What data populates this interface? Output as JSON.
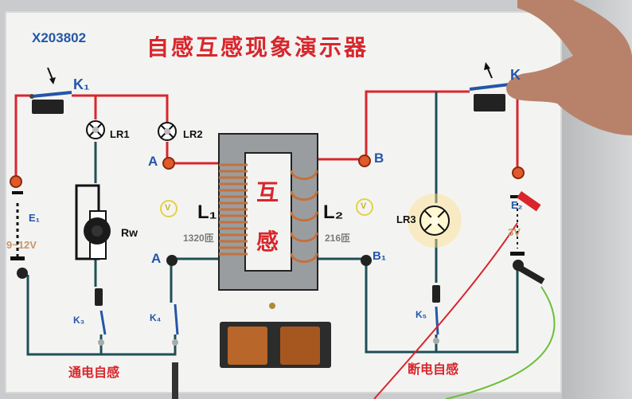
{
  "board": {
    "model": "X203802",
    "title": "自感互感现象演示器",
    "left_circuit_caption": "通电自感",
    "right_circuit_caption": "断电自感"
  },
  "labels": {
    "k1": "K₁",
    "k_right": "K",
    "lr1": "LR1",
    "lr2": "LR2",
    "lr3": "LR3",
    "rw": "Rw",
    "e1": "E₁",
    "e1_voltage": "9~12V",
    "e2": "E₂",
    "e2_voltage": "3V",
    "k3": "K₃",
    "k4": "K₄",
    "k5": "K₅",
    "a_top": "A",
    "a_bottom": "A",
    "b_top": "B",
    "b_bottom": "B₁",
    "l1": "L₁",
    "l1_turns": "1320匝",
    "l2": "L₂",
    "l2_turns": "216匝",
    "core_char_1": "互",
    "core_char_2": "感",
    "v_left": "V",
    "v_right": "V"
  },
  "colors": {
    "wire_red": "#d8262c",
    "wire_dark": "#1f4f57",
    "label_blue": "#2456a8",
    "core_gray": "#8a8d90",
    "coil_copper": "#c4713b",
    "bulb_glow": "#ffe08a"
  }
}
